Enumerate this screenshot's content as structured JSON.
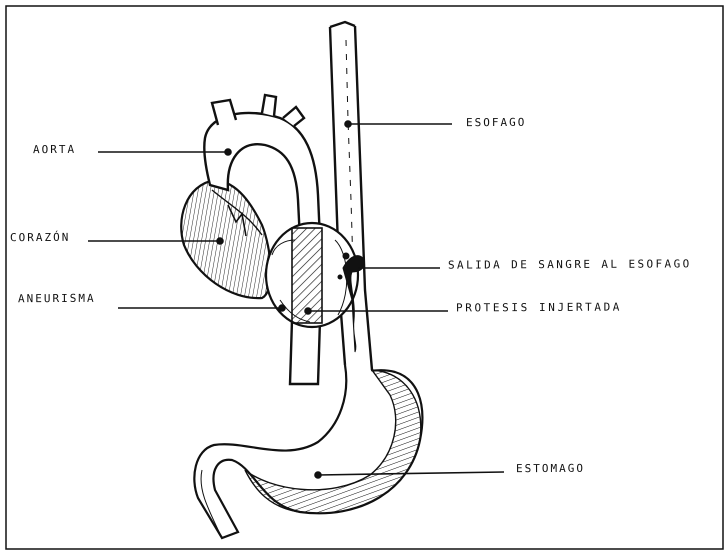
{
  "labels": {
    "aorta": "AORTA",
    "corazon": "CORAZÓN",
    "aneurisma": "ANEURISMA",
    "esofago": "ESOFAGO",
    "salida": "SALIDA DE SANGRE AL ESOFAGO",
    "protesis": "PROTESIS INJERTADA",
    "estomago": "ESTOMAGO"
  },
  "colors": {
    "ink": "#111111",
    "paper": "#ffffff"
  }
}
